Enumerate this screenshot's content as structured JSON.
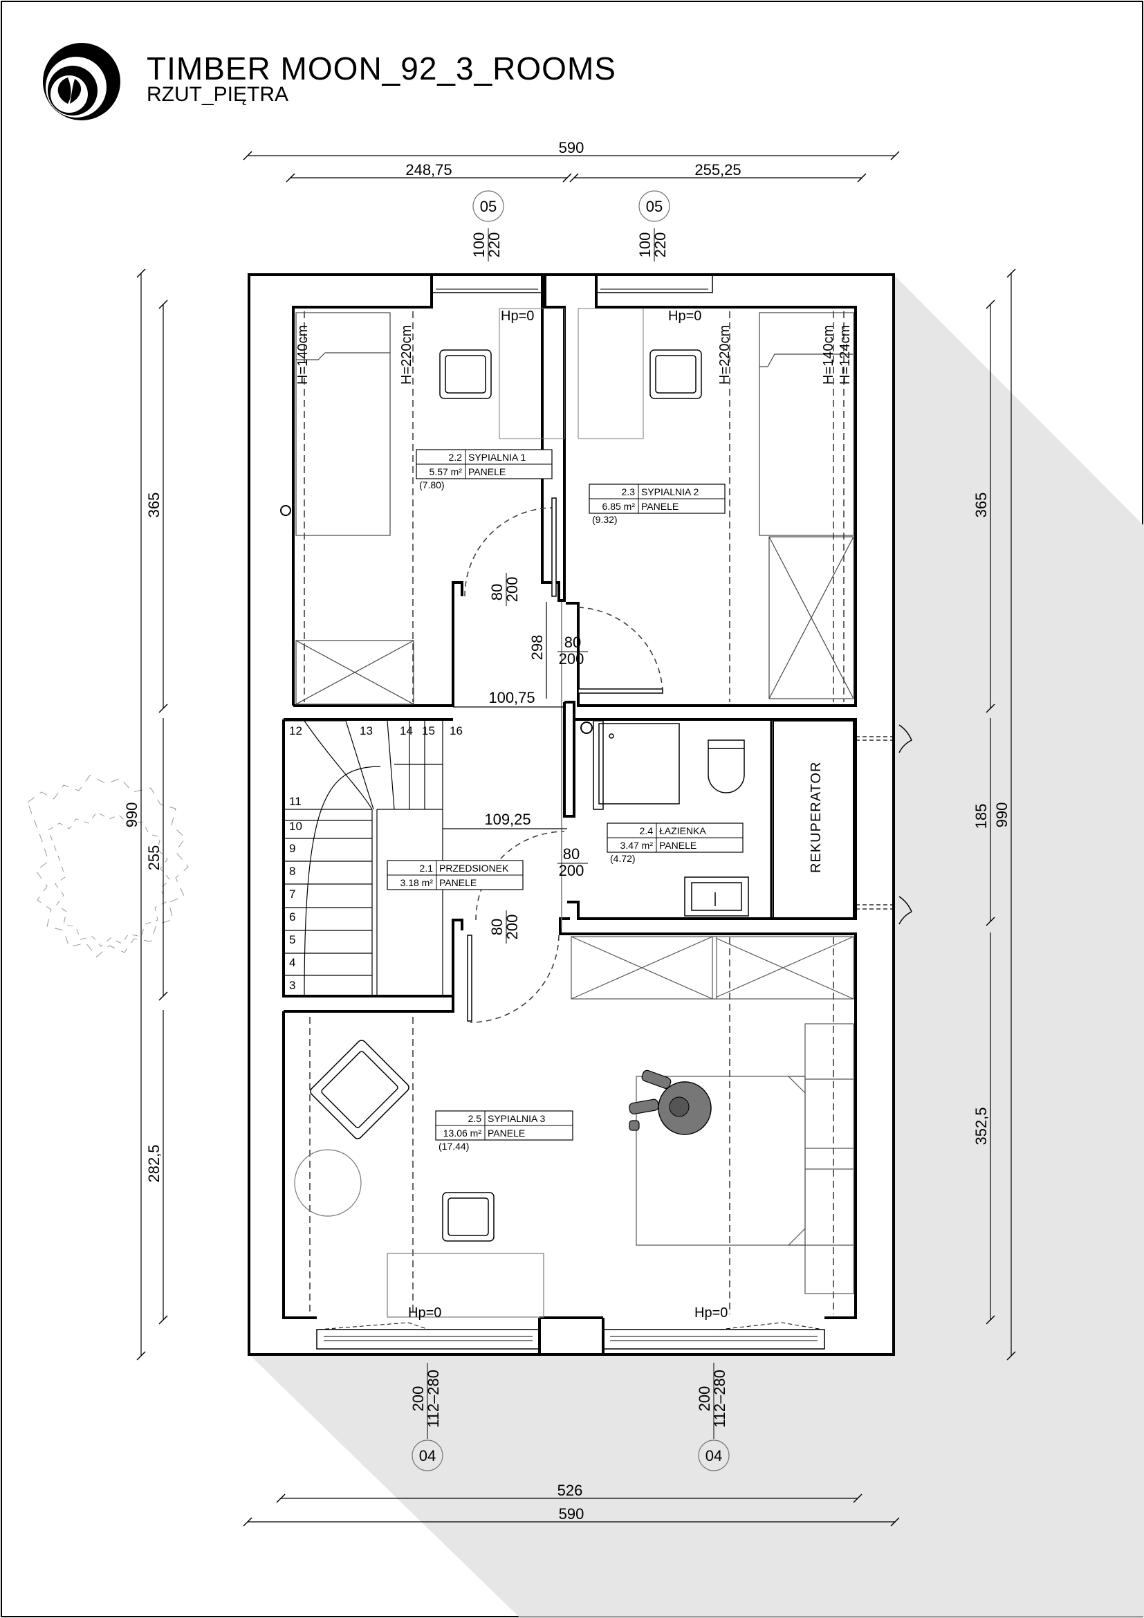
{
  "header": {
    "project_title": "TIMBER MOON_92_3_ROOMS",
    "sheet_title": "RZUT_PIĘTRA"
  },
  "dimensions": {
    "top_total": "590",
    "top_left": "248,75",
    "top_right": "255,25",
    "bottom_inner": "526",
    "bottom_total": "590",
    "left_total": "990",
    "left_1": "365",
    "left_2": "255",
    "left_3": "282,5",
    "right_total": "990",
    "right_1": "365",
    "right_2": "185",
    "right_3": "352,5",
    "hall_width": "100,75",
    "hall_width_2": "109,25",
    "hall_298": "298"
  },
  "windows": {
    "top_left_tag": "05",
    "top_right_tag": "05",
    "top_size_w": "100",
    "top_size_h": "220",
    "bottom_left_tag": "04",
    "bottom_right_tag": "04",
    "bottom_size_w": "200",
    "bottom_size_h": "112–280"
  },
  "doors": {
    "door_w": "80",
    "door_h": "200"
  },
  "heights": {
    "h140": "H=140cm",
    "h220": "H=220cm",
    "h124": "H=124cm",
    "hp0": "Hp=0"
  },
  "rooms": [
    {
      "no": "2.2",
      "name": "SYPIALNIA 1",
      "area": "5.57 m²",
      "floor": "PANELE",
      "total": "(7.80)"
    },
    {
      "no": "2.3",
      "name": "SYPIALNIA 2",
      "area": "6.85 m²",
      "floor": "PANELE",
      "total": "(9.32)"
    },
    {
      "no": "2.1",
      "name": "PRZEDSIONEK",
      "area": "3.18 m²",
      "floor": "PANELE",
      "total": ""
    },
    {
      "no": "2.4",
      "name": "ŁAZIENKA",
      "area": "3.47 m²",
      "floor": "PANELE",
      "total": "(4.72)"
    },
    {
      "no": "2.5",
      "name": "SYPIALNIA 3",
      "area": "13.06 m²",
      "floor": "PANELE",
      "total": "(17.44)"
    }
  ],
  "equipment": {
    "recuperator": "REKUPERATOR"
  },
  "stairs": {
    "steps": [
      "3",
      "4",
      "5",
      "6",
      "7",
      "8",
      "9",
      "10",
      "11",
      "12",
      "13",
      "14",
      "15",
      "16"
    ]
  },
  "colors": {
    "line": "#000000",
    "shadow": "#e6e6e6",
    "dashed": "#333333"
  }
}
